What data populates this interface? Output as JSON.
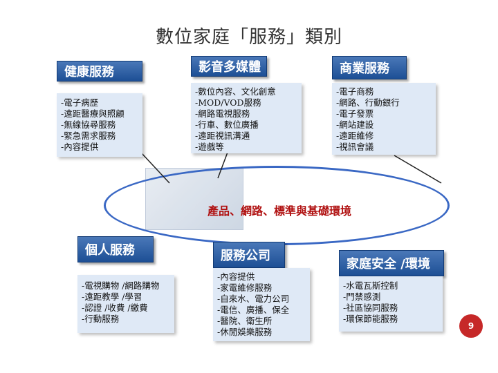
{
  "title": "數位家庭「服務」類別",
  "core_label": "產品、網路、標準與基礎環境",
  "page_number": "9",
  "categories": {
    "health": {
      "header": "健康服務",
      "items": [
        "-電子病歷",
        "-遠距醫療與照顧",
        "-無線協尋服務",
        "-緊急需求服務",
        "-內容提供"
      ]
    },
    "media": {
      "header": "影音多媒體",
      "items": [
        "-數位內容、文化創意",
        "-MOD/VOD服務",
        "-網路電視服務",
        "-行車、數位廣播",
        "-遠距視訊溝通",
        "-遊戲等"
      ]
    },
    "business": {
      "header": "商業服務",
      "items": [
        "-電子商務",
        "-網路、行動銀行",
        "-電子發票",
        "-網站建設",
        "-遠距維修",
        "-視訊會議"
      ]
    },
    "personal": {
      "header": "個人服務",
      "items": [
        "-電視購物 /網路購物",
        "-遠距教學 /學習",
        "-認證 /收費 /繳費",
        "-行動服務"
      ]
    },
    "service_company": {
      "header": "服務公司",
      "items": [
        "-內容提供",
        "-家電維修服務",
        "-自來水、電力公司",
        "-電信、廣播、保全",
        "-醫院、衛生所",
        "-休閒娛樂服務"
      ]
    },
    "security": {
      "header": "家庭安全 /環境",
      "items": [
        "-水電瓦斯控制",
        "-門禁感測",
        "-社區協同服務",
        "-環保節能服務"
      ]
    }
  },
  "colors": {
    "header_bg": "#2a5ca6",
    "box_bg": "#dfe9f6",
    "ellipse": "#3a68c4",
    "core_text": "#b01010",
    "page_badge": "#c62828"
  }
}
